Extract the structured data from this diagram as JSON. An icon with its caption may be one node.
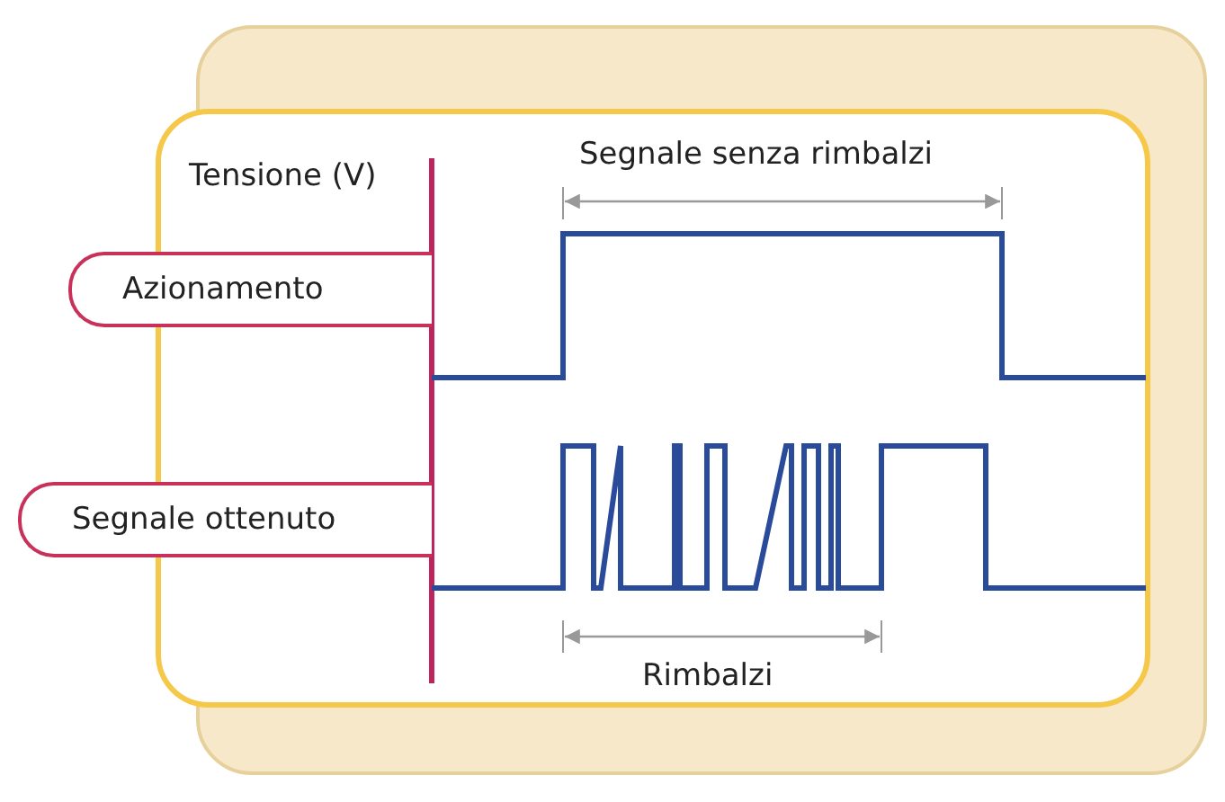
{
  "diagram": {
    "nodes": [
      {
        "text": [
          "Azionamento"
        ]
      },
      {
        "text": [
          "Segnale ottenuto"
        ]
      }
    ],
    "labels": [
      "Tensione (V)",
      "Segnale senza rimbalzi",
      "Rimbalzi"
    ]
  }
}
